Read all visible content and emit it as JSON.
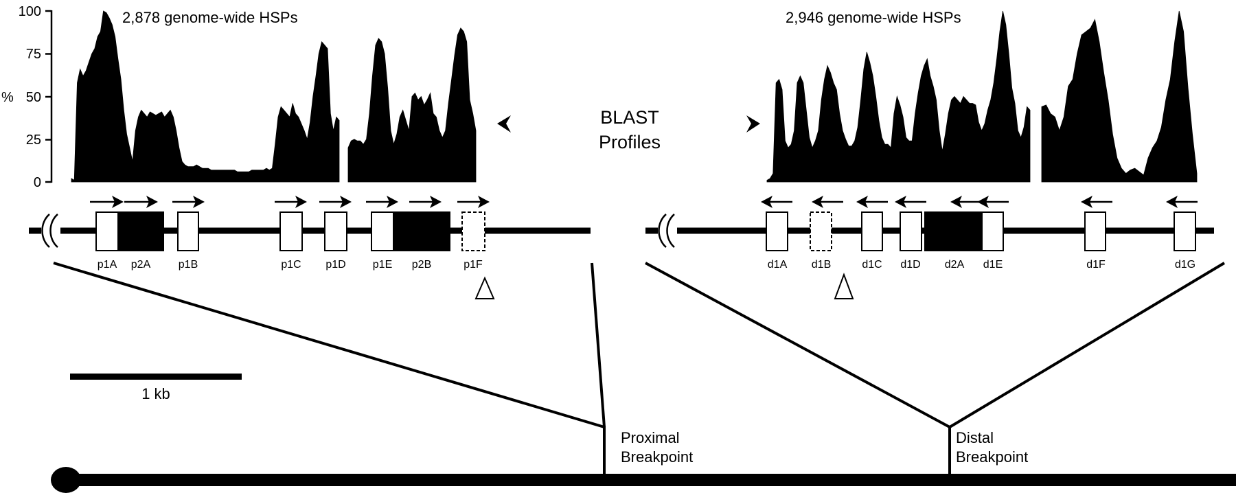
{
  "y_axis": {
    "unit": "%",
    "ticks": [
      "100",
      "75",
      "50",
      "25",
      "0"
    ]
  },
  "left_panel": {
    "title": "2,878 genome-wide HSPs",
    "segments": [
      "p1A",
      "p2A",
      "p1B",
      "p1C",
      "p1D",
      "p1E",
      "p2B",
      "p1F"
    ],
    "pseudo_segment": "p1F"
  },
  "right_panel": {
    "title": "2,946 genome-wide HSPs",
    "segments": [
      "d1A",
      "d1B",
      "d1C",
      "d1D",
      "d2A",
      "d1E",
      "d1F",
      "d1G"
    ],
    "pseudo_segment": "d1B"
  },
  "center_label": {
    "line1": "BLAST",
    "line2": "Profiles"
  },
  "scale_bar": {
    "label": "1 kb"
  },
  "breakpoints": {
    "proximal": {
      "line1": "Proximal",
      "line2": "Breakpoint"
    },
    "distal": {
      "line1": "Distal",
      "line2": "Breakpoint"
    }
  },
  "profiles": {
    "left_block_1": [
      2,
      1,
      58,
      66,
      62,
      65,
      70,
      75,
      78,
      85,
      88,
      100,
      99,
      96,
      92,
      85,
      72,
      60,
      42,
      28,
      20,
      12,
      30,
      38,
      42,
      40,
      38,
      41,
      40,
      39,
      40,
      41,
      38,
      40,
      42,
      38,
      30,
      20,
      12,
      10,
      9,
      9,
      9,
      10,
      9,
      8,
      8,
      8,
      7,
      7,
      7,
      7,
      7,
      7,
      7,
      7,
      7,
      6,
      6,
      6,
      6,
      6,
      7,
      7,
      7,
      7,
      7,
      8,
      7,
      8,
      22,
      38,
      44,
      42,
      40,
      38,
      46,
      40,
      38,
      34,
      30,
      25,
      35,
      50,
      62,
      75,
      82,
      80,
      78,
      40,
      30,
      38,
      36
    ],
    "left_block_2": [
      20,
      24,
      25,
      24,
      24,
      22,
      25,
      40,
      62,
      80,
      84,
      82,
      75,
      55,
      30,
      22,
      28,
      38,
      42,
      36,
      30,
      50,
      52,
      48,
      50,
      45,
      48,
      52,
      40,
      38,
      30,
      26,
      30,
      46,
      60,
      74,
      86,
      90,
      88,
      82,
      48,
      40,
      30
    ],
    "right_block_1": [
      1,
      2,
      5,
      58,
      60,
      54,
      24,
      20,
      22,
      30,
      58,
      62,
      58,
      42,
      26,
      20,
      24,
      30,
      48,
      60,
      68,
      64,
      58,
      54,
      40,
      30,
      25,
      21,
      21,
      24,
      32,
      48,
      66,
      76,
      70,
      62,
      50,
      36,
      26,
      22,
      22,
      20,
      40,
      50,
      45,
      38,
      26,
      24,
      24,
      40,
      52,
      62,
      68,
      72,
      62,
      56,
      48,
      30,
      18,
      28,
      40,
      48,
      50,
      48,
      46,
      50,
      48,
      46,
      46,
      45,
      35,
      30,
      34,
      42,
      48,
      58,
      72,
      88,
      100,
      92,
      75,
      55,
      46,
      30,
      26,
      32,
      44,
      42
    ],
    "right_block_2": [
      44,
      45,
      40,
      38,
      30,
      38,
      56,
      60,
      75,
      86,
      88,
      90,
      95,
      82,
      64,
      48,
      28,
      14,
      8,
      5,
      7,
      8,
      6,
      4,
      14,
      20,
      24,
      32,
      48,
      60,
      82,
      100,
      88,
      55,
      28,
      5
    ]
  }
}
